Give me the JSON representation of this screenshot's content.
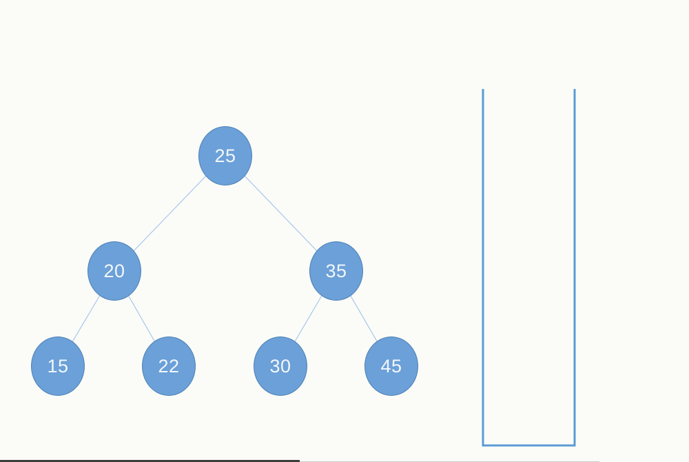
{
  "canvas": {
    "background_color": "#fbfcf8",
    "kind": "drawing-canvas"
  },
  "diagram": {
    "type": "binary-search-tree",
    "nodes": [
      {
        "id": "root",
        "value": "25"
      },
      {
        "id": "left",
        "value": "20"
      },
      {
        "id": "right",
        "value": "35"
      },
      {
        "id": "left-left",
        "value": "15"
      },
      {
        "id": "left-right",
        "value": "22"
      },
      {
        "id": "right-left",
        "value": "30"
      },
      {
        "id": "right-right",
        "value": "45"
      }
    ],
    "edges": [
      [
        "25",
        "20"
      ],
      [
        "25",
        "35"
      ],
      [
        "20",
        "15"
      ],
      [
        "20",
        "22"
      ],
      [
        "35",
        "30"
      ],
      [
        "35",
        "45"
      ]
    ],
    "colors": {
      "node_fill": "#6ba0d8",
      "node_border": "#4d7fb5",
      "node_text": "#f3f7fb",
      "edge_line": "#a9c5ec"
    }
  },
  "stack_container": {
    "shape": "open-top-rectangle",
    "stroke_color": "#5b9bd5",
    "contents": ""
  }
}
